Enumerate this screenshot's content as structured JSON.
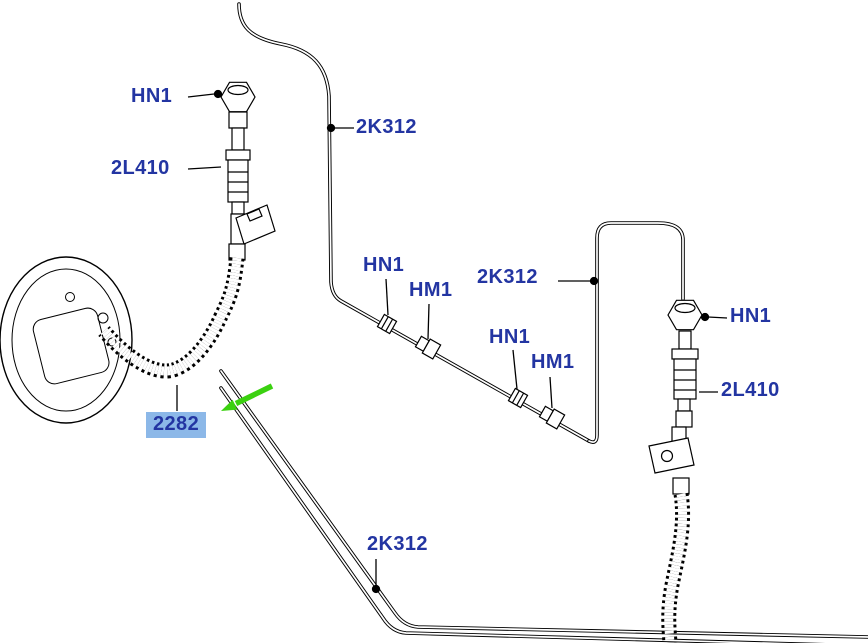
{
  "diagram": {
    "type": "parts-diagram",
    "description": "Brake hydraulic lines and hoses exploded parts diagram",
    "colors": {
      "background": "#ffffff",
      "line": "#000000",
      "label": "#2335a2",
      "highlight_bg": "#8cb8e8",
      "arrow": "#3bd110"
    },
    "labels": {
      "hn1_top_left": "HN1",
      "l410_left": "2L410",
      "k312_top": "2K312",
      "hn1_junction1": "HN1",
      "hm1_junction1": "HM1",
      "k312_right": "2K312",
      "hn1_junction2": "HN1",
      "hm1_junction2": "HM1",
      "hn1_right": "HN1",
      "l410_right": "2L410",
      "highlighted_part": "2282",
      "k312_bottom": "2K312"
    }
  }
}
